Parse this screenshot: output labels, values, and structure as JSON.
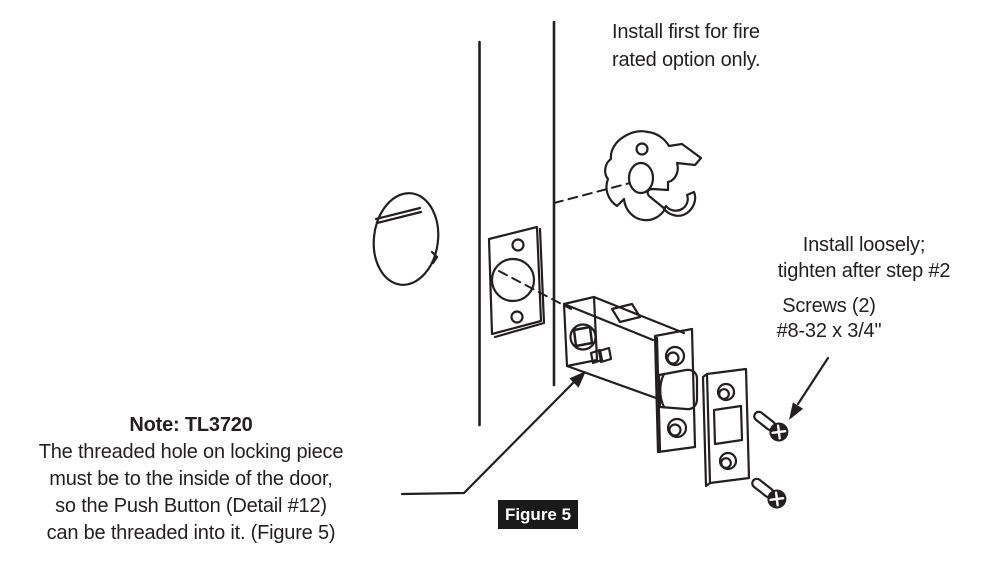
{
  "page": {
    "type": "installation-instruction-diagram",
    "background": "#ffffff",
    "ink_color": "#231f20"
  },
  "figure_label": {
    "text": "Figure 5",
    "bg_color": "#1a1a1a",
    "text_color": "#ffffff"
  },
  "annotations": {
    "fire_rated": {
      "lines": [
        "Install first for fire",
        "rated option only."
      ]
    },
    "install_loosely": {
      "lines": [
        "Install loosely;",
        "tighten after step #2"
      ]
    },
    "screws": {
      "lines": [
        "Screws (2)",
        "#8-32 x 3/4\""
      ]
    },
    "note": {
      "title": "Note: TL3720",
      "lines": [
        "The threaded hole on locking piece",
        "must be to the inside of the door,",
        "so the Push Button (Detail #12)",
        "can be threaded into it. (Figure 5)"
      ]
    }
  },
  "diagram_parts": [
    "door-edge-lines",
    "oval-knob",
    "edge-faceplate",
    "fire-rated-mounting-plate",
    "tubular-latch-body",
    "latch-faceplate",
    "latch-bolt",
    "strike-plate",
    "mounting-screws",
    "note-leader-arrow",
    "screws-leader-arrow",
    "dashed-centerlines"
  ]
}
